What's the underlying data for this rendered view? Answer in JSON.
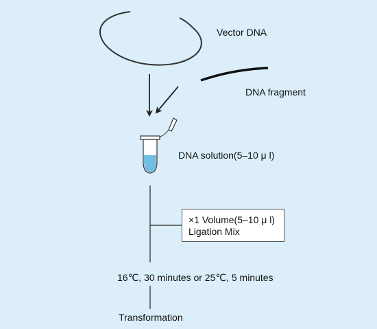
{
  "diagram": {
    "labels": {
      "vector": "Vector DNA",
      "fragment": "DNA fragment",
      "solution": "DNA solution(5–10 μ l)",
      "mix_volume": "×1 Volume(5–10 μ l)",
      "mix_name": "Ligation Mix",
      "incubation": "16℃, 30 minutes or 25℃, 5 minutes",
      "result": "Transformation"
    },
    "colors": {
      "background": "#dbeef9",
      "stroke": "#222222",
      "liquid": "#72bde4",
      "box_fill": "#ffffff"
    }
  }
}
